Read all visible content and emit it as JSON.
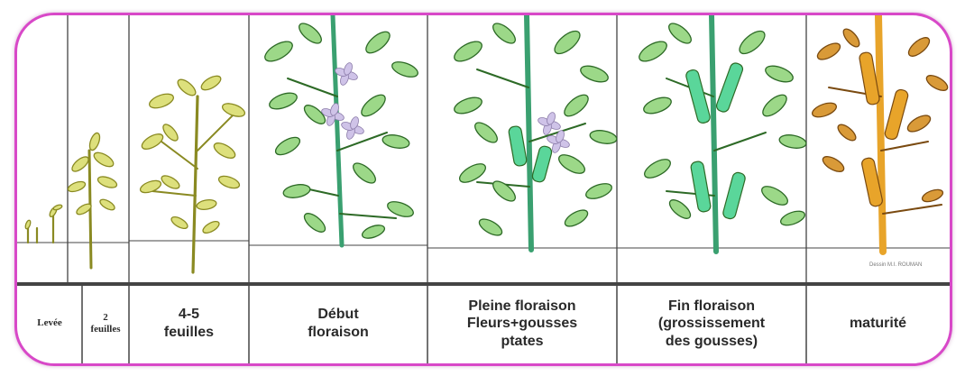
{
  "stages": [
    {
      "label": "Levée",
      "style": "small"
    },
    {
      "label": "2\nfeuilles",
      "style": "small"
    },
    {
      "label": "4-5\nfeuilles",
      "style": "normal"
    },
    {
      "label": "Début\nfloraison",
      "style": "normal"
    },
    {
      "label": "Pleine floraison\nFleurs+gousses\nptates",
      "style": "normal"
    },
    {
      "label": "Fin floraison\n(grossissement\ndes gousses)",
      "style": "normal"
    },
    {
      "label": "maturité",
      "style": "normal"
    }
  ],
  "credit": "Dessin M.I. ROUMAN",
  "colors": {
    "frame": "#d848c8",
    "young_leaf": "#dde07c",
    "young_stroke": "#8a8a22",
    "green_leaf": "#9cd888",
    "green_stroke": "#2d6a26",
    "stem": "#3aa070",
    "pod": "#5ad69a",
    "flower": "#cfc3e8",
    "mature_leaf": "#d99a38",
    "mature_stem": "#e8a42a",
    "mature_stroke": "#7a4a10",
    "grid": "#444444"
  }
}
